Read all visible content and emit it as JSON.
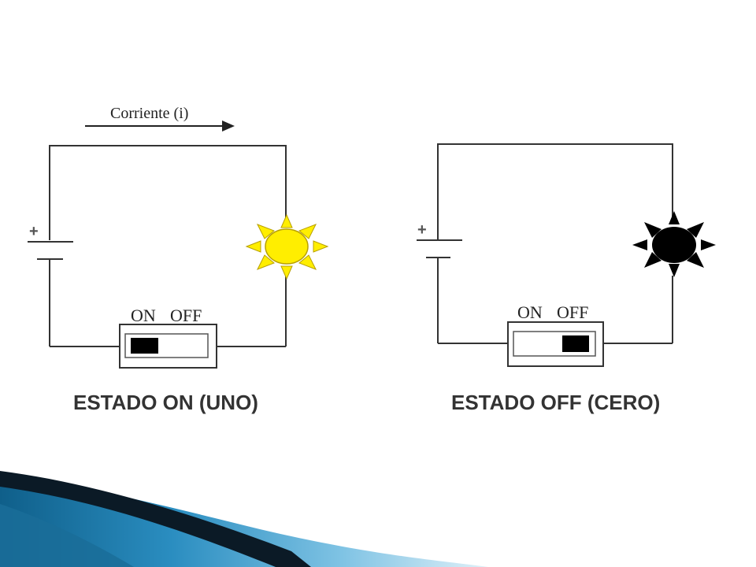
{
  "current_label": "Corriente (i)",
  "left_circuit": {
    "battery_plus": "+",
    "switch_on_label": "ON",
    "switch_off_label": "OFF",
    "switch_position": "on",
    "caption": "ESTADO ON (UNO)",
    "lamp_color": "#ffee00",
    "lamp_state": "lit"
  },
  "right_circuit": {
    "battery_plus": "+",
    "switch_on_label": "ON",
    "switch_off_label": "OFF",
    "switch_position": "off",
    "caption": "ESTADO OFF (CERO)",
    "lamp_color": "#000000",
    "lamp_state": "dark"
  },
  "colors": {
    "wire": "#333333",
    "lamp_outline_lit": "#b8a000",
    "footer_dark": "#0b1a26",
    "footer_blue": "#1f78a8",
    "footer_light": "#cfe6f3"
  }
}
